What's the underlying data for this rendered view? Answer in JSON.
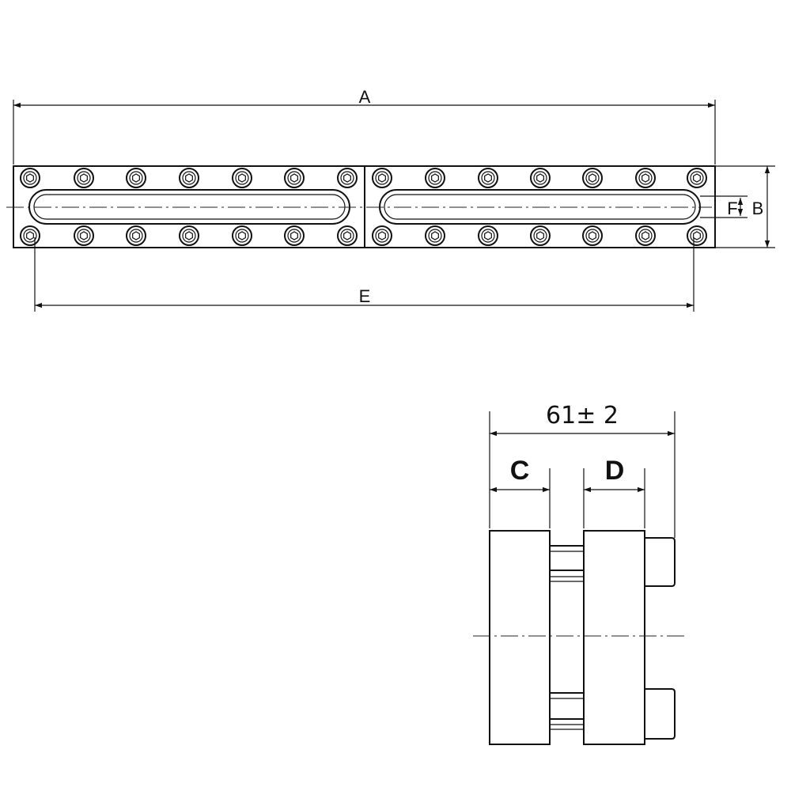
{
  "top_view": {
    "labels": {
      "overall_length": "A",
      "height": "B",
      "bolt_span": "E",
      "slot_width": "F"
    }
  },
  "side_view": {
    "labels": {
      "overall_width": "61± 2",
      "left_plate_thickness": "C",
      "right_plate_thickness": "D"
    }
  }
}
